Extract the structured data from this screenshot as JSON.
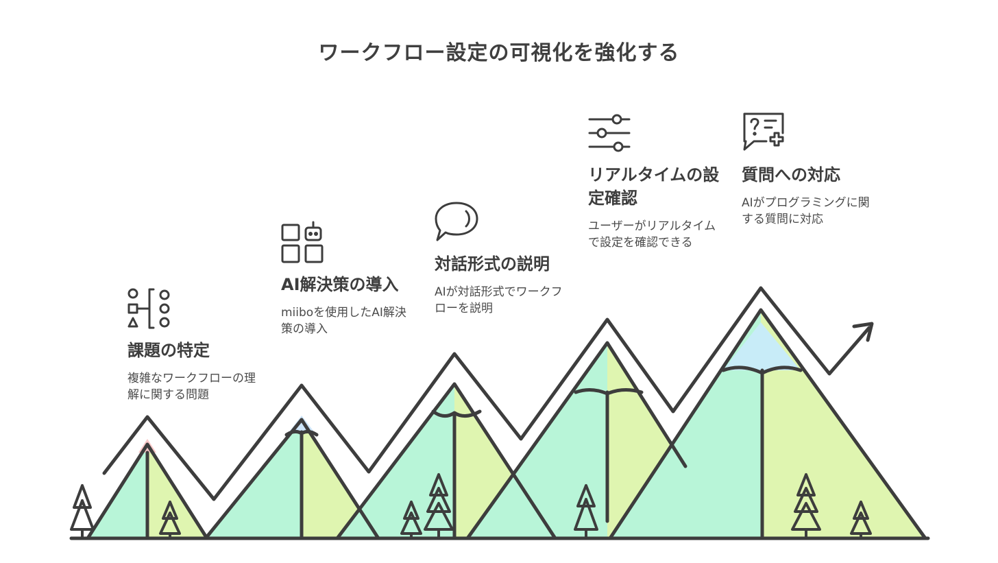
{
  "title": "ワークフロー設定の可視化を強化する",
  "colors": {
    "stroke": "#3d3d3d",
    "mint": "#b8f5d8",
    "lime": "#dff5b0",
    "pink": "#f9c8c8",
    "lightblue": "#cde5f9",
    "sky": "#c8ecf8"
  },
  "steps": [
    {
      "icon": "hierarchy-icon",
      "heading": "課題の特定",
      "description": "複雑なワークフローの理解に関する問題"
    },
    {
      "icon": "ai-bot-grid-icon",
      "heading": "AI解決策の導入",
      "description": "miiboを使用したAI解決策の導入"
    },
    {
      "icon": "speech-bubble-icon",
      "heading": "対話形式の説明",
      "description": "AIが対話形式でワークフローを説明"
    },
    {
      "icon": "sliders-icon",
      "heading": "リアルタイムの設定確認",
      "description": "ユーザーがリアルタイムで設定を確認できる"
    },
    {
      "icon": "question-plus-icon",
      "heading": "質問への対応",
      "description": "AIがプログラミングに関する質問に対応"
    }
  ]
}
